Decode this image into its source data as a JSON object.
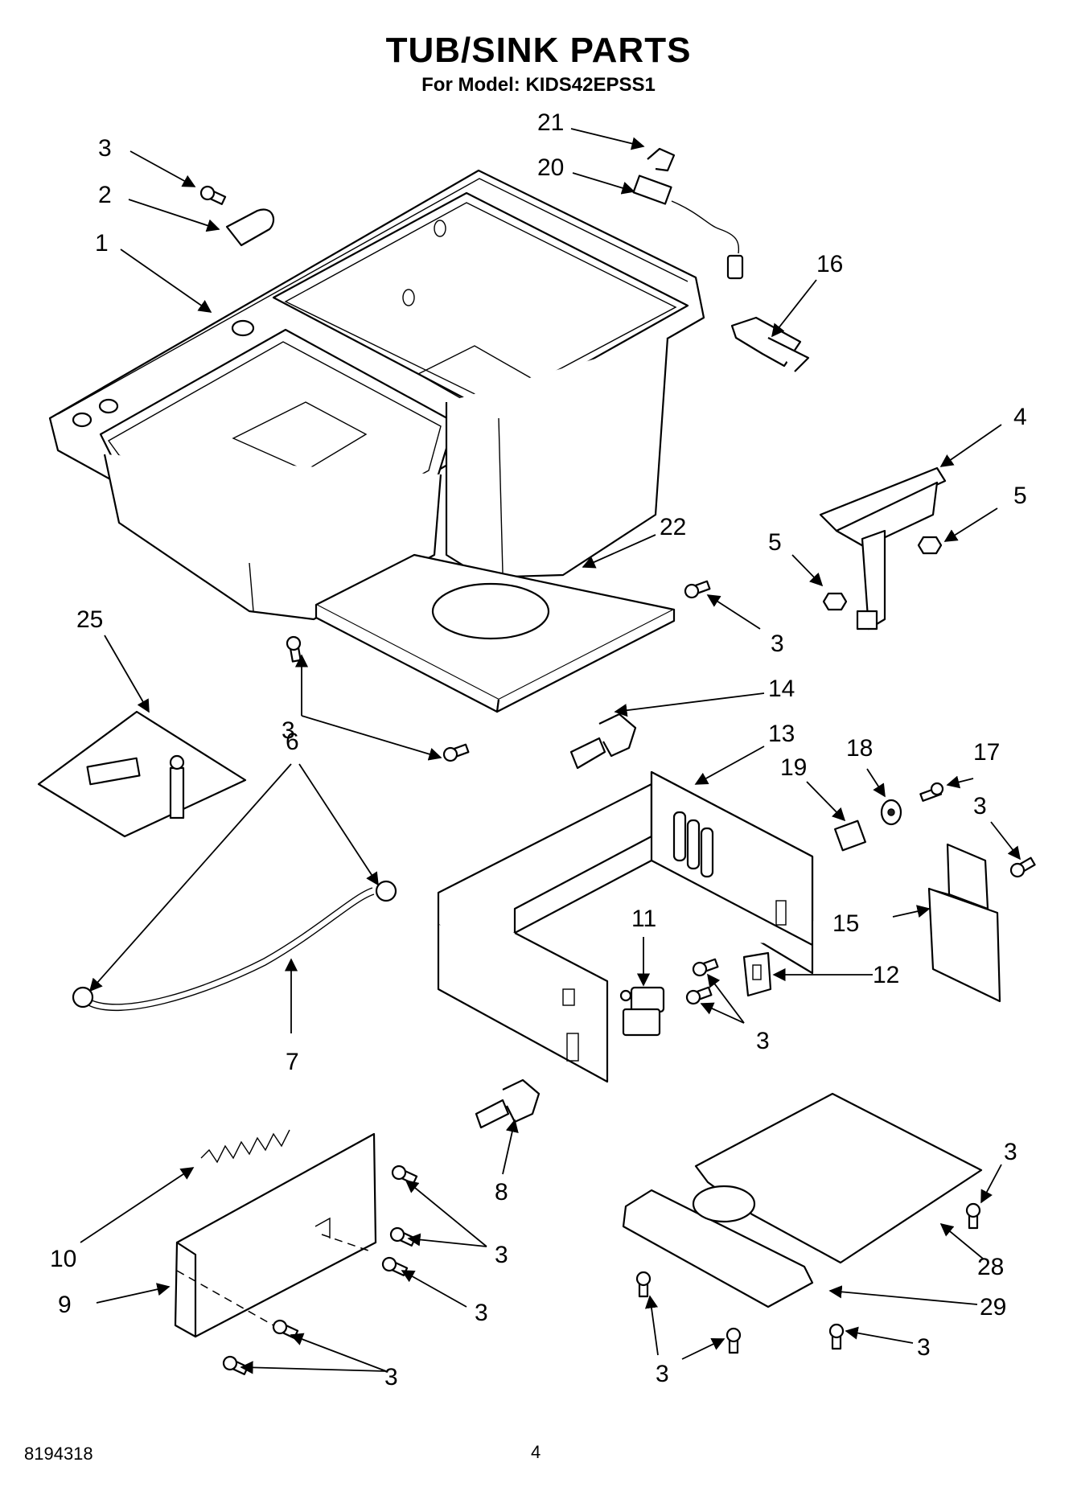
{
  "header": {
    "title": "TUB/SINK PARTS",
    "subtitle": "For Model: KIDS42EPSS1"
  },
  "footer": {
    "doc_number": "8194318",
    "page_number": "4"
  },
  "callouts": [
    "1",
    "2",
    "3",
    "4",
    "5",
    "6",
    "7",
    "8",
    "9",
    "10",
    "11",
    "12",
    "13",
    "14",
    "15",
    "16",
    "17",
    "18",
    "19",
    "20",
    "21",
    "22",
    "25",
    "28",
    "29"
  ]
}
